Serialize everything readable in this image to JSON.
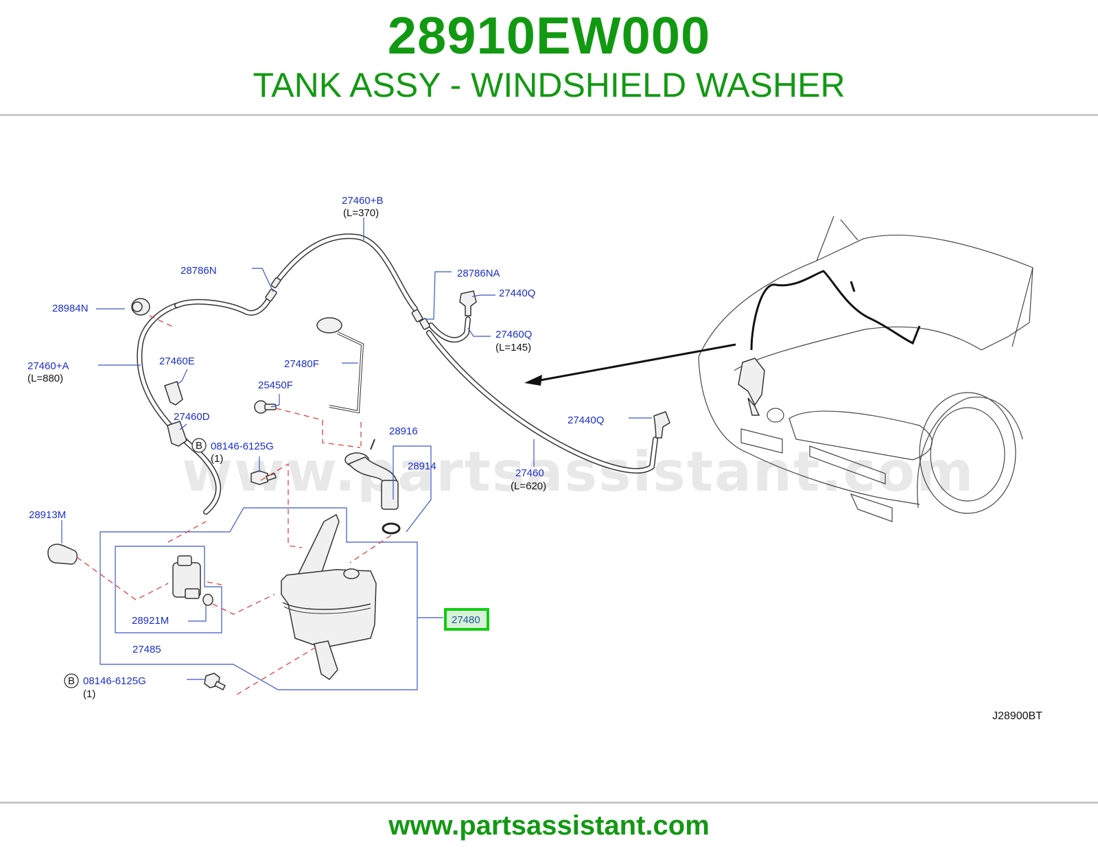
{
  "header": {
    "part_number": "28910EW000",
    "part_name": "TANK ASSY - WINDSHIELD WASHER"
  },
  "footer": {
    "url": "www.partsassistant.com"
  },
  "diagram": {
    "watermark": "www.partsassistant.com",
    "diagram_code": "J28900BT",
    "highlighted_label": "27480",
    "highlight_color": "#11cc11",
    "label_color": "#1a2ecc",
    "leader_dash_color": "#e0403a",
    "brand_green": "#129912",
    "labels": {
      "l27460b": "27460+B",
      "l27460b_len": "(L=370)",
      "l28786n": "28786N",
      "l28786na": "28786NA",
      "l27440q_top": "27440Q",
      "l27460q": "27460Q",
      "l27460q_len": "(L=145)",
      "l28984n": "28984N",
      "l27460a": "27460+A",
      "l27460a_len": "(L=880)",
      "l27460e": "27460E",
      "l27480f": "27480F",
      "l25450f": "25450F",
      "l27460d": "27460D",
      "l08146_top": "08146-6125G",
      "l08146_top_qty": "(1)",
      "bolt_mark_top": "B",
      "l28916": "28916",
      "l28914": "28914",
      "l27440q_right": "27440Q",
      "l27460": "27460",
      "l27460_len": "(L=620)",
      "l28913m": "28913M",
      "l28921m": "28921M",
      "l27485": "27485",
      "l08146_bot": "08146-6125G",
      "l08146_bot_qty": "(1)",
      "bolt_mark_bot": "B"
    }
  }
}
